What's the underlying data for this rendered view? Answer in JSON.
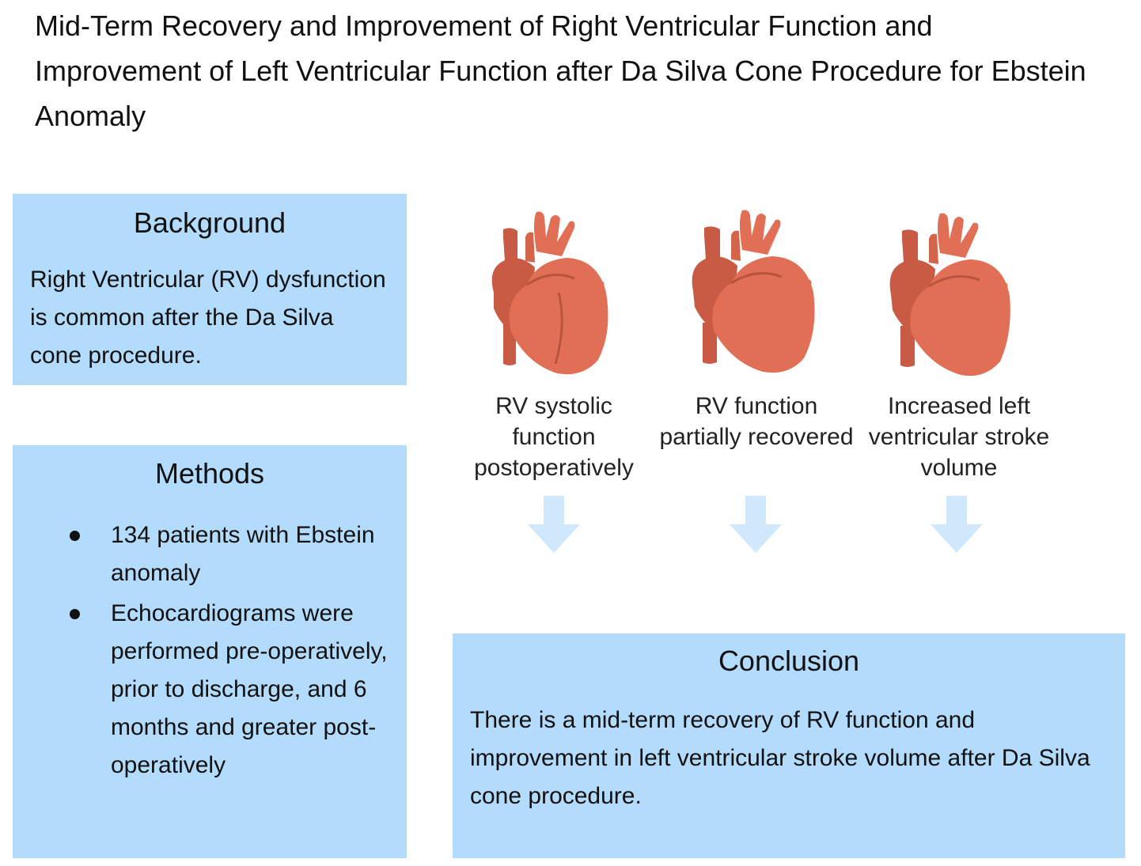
{
  "title": "Mid-Term Recovery and Improvement of Right Ventricular Function and Improvement of Left Ventricular Function after Da Silva Cone Procedure for Ebstein Anomaly",
  "background": {
    "heading": "Background",
    "text": "Right Ventricular (RV) dysfunction is common after the Da Silva cone procedure."
  },
  "methods": {
    "heading": "Methods",
    "items": [
      "134 patients with Ebstein anomaly",
      "Echocardiograms were performed pre-operatively, prior to discharge, and 6 months and greater post-operatively"
    ]
  },
  "findings": [
    {
      "caption": "RV systolic function postoperatively",
      "icon": "heart-icon"
    },
    {
      "caption": "RV function partially recovered",
      "icon": "heart-icon"
    },
    {
      "caption": "Increased left ventricular stroke volume",
      "icon": "heart-icon"
    }
  ],
  "conclusion": {
    "heading": "Conclusion",
    "text": "There is a mid-term recovery of RV function and improvement in left ventricular stroke volume after Da Silva cone procedure."
  },
  "colors": {
    "box_fill": "#b3dbfb",
    "heart_fill": "#e06f55",
    "heart_shadow": "#c95a43",
    "arrow_fill": "#cfe8fc"
  }
}
